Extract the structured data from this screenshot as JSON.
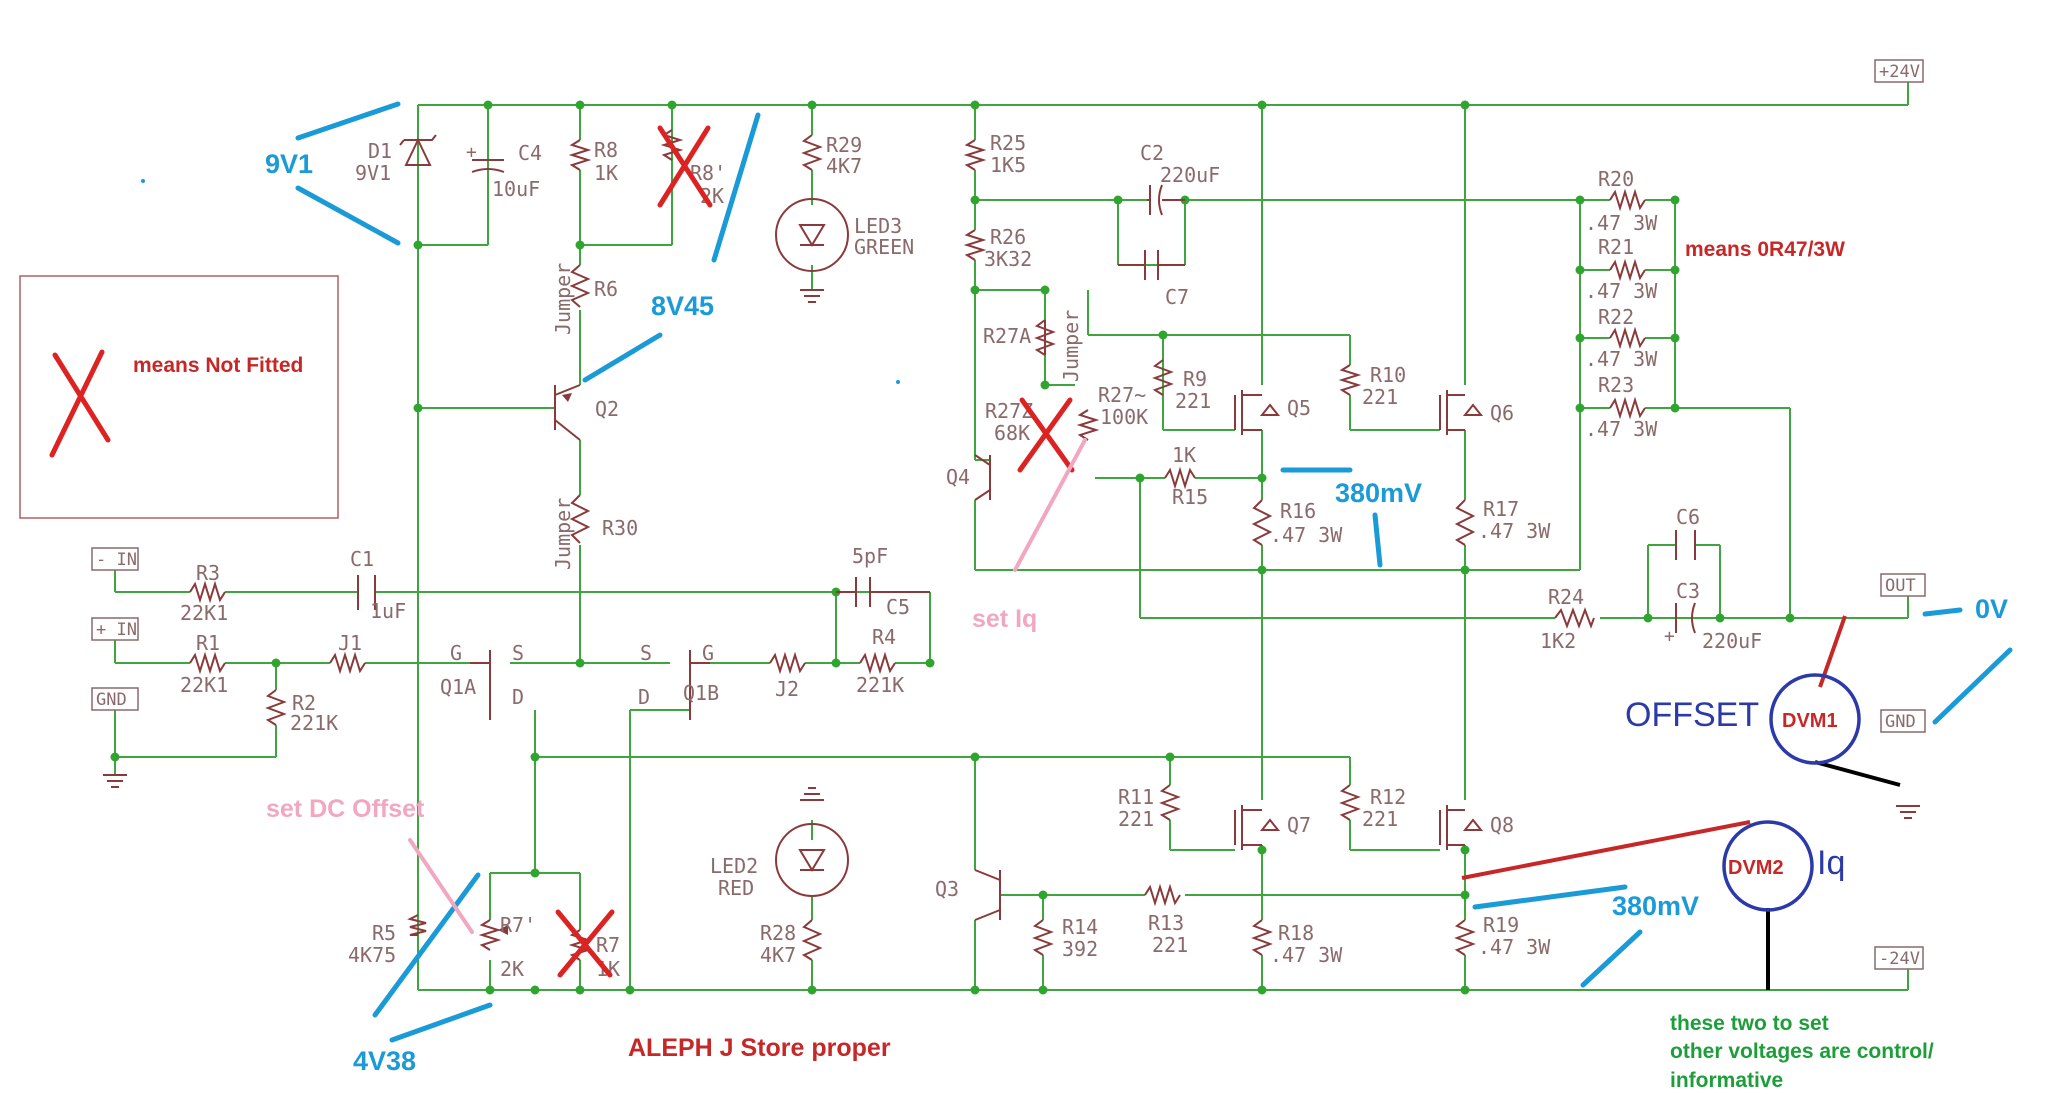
{
  "title": "ALEPH J Store proper",
  "legend": {
    "text": "means Not Fitted"
  },
  "terminals": {
    "pos24": "+24V",
    "neg24": "-24V",
    "out": "OUT",
    "gnd_right": "GND",
    "minus_in": "- IN",
    "plus_in": "+ IN",
    "gnd_left": "GND"
  },
  "parts": {
    "D1": "D1",
    "D1v": "9V1",
    "C4": "C4",
    "C4v": "10uF",
    "R8": "R8",
    "R8v": "1K",
    "R8p": "R8'",
    "R8pv": "2K",
    "R29": "R29",
    "R29v": "4K7",
    "LED3": "LED3",
    "LED3v": "GREEN",
    "R25": "R25",
    "R25v": "1K5",
    "C2": "C2",
    "C2v": "220uF",
    "R26": "R26",
    "R26v": "3K32",
    "C7": "C7",
    "R20": "R20",
    "R20v": ".47 3W",
    "R21": "R21",
    "R21v": ".47 3W",
    "R22": "R22",
    "R22v": ".47 3W",
    "R23": "R23",
    "R23v": ".47 3W",
    "R6": "R6",
    "R6v": "Jumper",
    "R27A": "R27A",
    "R27Av": "Jumper",
    "R9": "R9",
    "R9v": "221",
    "Q5": "Q5",
    "R10": "R10",
    "R10v": "221",
    "Q6": "Q6",
    "Q2": "Q2",
    "R27Z": "R27Z",
    "R27Zv": "68K",
    "R27": "R27~",
    "R27v": "100K",
    "Q4": "Q4",
    "R15": "R15",
    "R15v": "1K",
    "R16": "R16",
    "R16v": ".47 3W",
    "R17": "R17",
    "R17v": ".47 3W",
    "R30": "R30",
    "R30v": "Jumper",
    "C6": "C6",
    "C3": "C3",
    "C3v": "220uF",
    "R3": "R3",
    "R3v": "22K1",
    "C1": "C1",
    "C1v": "1uF",
    "C5": "C5",
    "C5v": "5pF",
    "R24": "R24",
    "R24v": "1K2",
    "R1": "R1",
    "R1v": "22K1",
    "J1": "J1",
    "Q1A": "Q1A",
    "Q1B": "Q1B",
    "G": "G",
    "S": "S",
    "D": "D",
    "J2": "J2",
    "R4": "R4",
    "R4v": "221K",
    "R2": "R2",
    "R2v": "221K",
    "R11": "R11",
    "R11v": "221",
    "Q7": "Q7",
    "R12": "R12",
    "R12v": "221",
    "Q8": "Q8",
    "LED2": "LED2",
    "LED2v": "RED",
    "Q3": "Q3",
    "R5": "R5",
    "R5v": "4K75",
    "R7p": "R7'",
    "R7pv": "2K",
    "R7": "R7",
    "R7v": "1K",
    "R28": "R28",
    "R28v": "4K7",
    "R14": "R14",
    "R14v": "392",
    "R13": "R13",
    "R13v": "221",
    "R18": "R18",
    "R18v": ".47 3W",
    "R19": "R19",
    "R19v": ".47 3W"
  },
  "annotations": {
    "v9v1": "9V1",
    "v8v45": "8V45",
    "v380_top": "380mV",
    "v380_bot": "380mV",
    "v0": "0V",
    "v4v38": "4V38",
    "means_r47": "means 0R47/3W",
    "set_iq": "set Iq",
    "set_dc": "set DC Offset",
    "offset": "OFFSET",
    "dvm1": "DVM1",
    "dvm2": "DVM2",
    "iq": "Iq",
    "note1": "these two to set",
    "note2": "other voltages are control/",
    "note3": "informative"
  },
  "colors": {
    "wire": "#3fa53f",
    "part": "#8a3a3a",
    "annotation_blue": "#1a9ad6",
    "annotation_red": "#c62828",
    "annotation_pink": "#f2a7c0",
    "annotation_navy": "#2b3aa8",
    "annotation_green": "#1e9e3a"
  }
}
